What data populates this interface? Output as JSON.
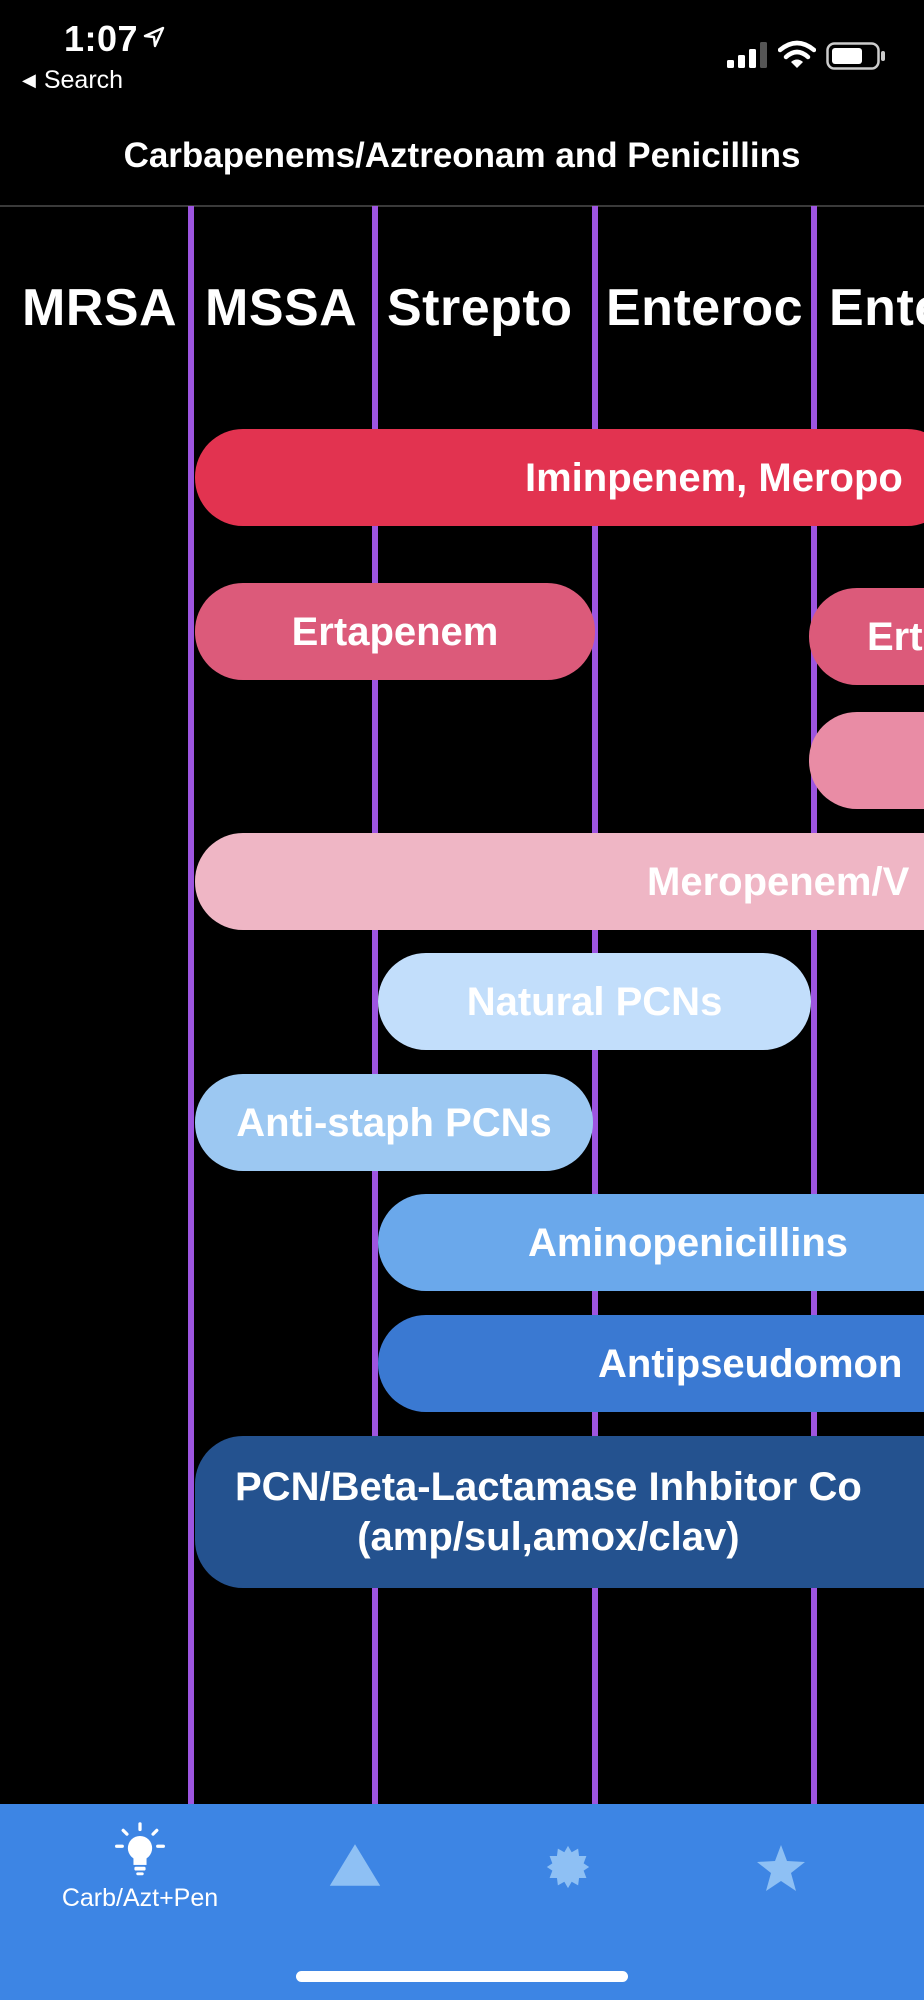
{
  "status_bar": {
    "time": "1:07",
    "back_label": "Search"
  },
  "nav": {
    "title": "Carbapenems/Aztreonam and Penicillins"
  },
  "columns": [
    {
      "label": "MRSA"
    },
    {
      "label": "MSSA"
    },
    {
      "label": "Strepto"
    },
    {
      "label": "Enteroc"
    },
    {
      "label": "Ente"
    }
  ],
  "bars": [
    {
      "label": "Iminpenem, Meropo",
      "color": "#e23350"
    },
    {
      "label": "Ertapenem",
      "color": "#dc5a7a"
    },
    {
      "label": "Ert",
      "color": "#dc5a7a"
    },
    {
      "label": "",
      "color": "#e98ca5"
    },
    {
      "label": "Meropenem/V",
      "color": "#efb6c5"
    },
    {
      "label": "Natural PCNs",
      "color": "#c2defb"
    },
    {
      "label": "Anti-staph PCNs",
      "color": "#9cc8f2"
    },
    {
      "label": "Aminopenicillins",
      "color": "#6aa8eb"
    },
    {
      "label": "Antipseudomon",
      "color": "#3a79d2"
    },
    {
      "label": "PCN/Beta-Lactamase Inhbitor Co\n(amp/sul,amox/clav)",
      "color": "#24528f"
    }
  ],
  "tab_bar": {
    "tabs": [
      {
        "label": "Carb/Azt+Pen",
        "icon": "lightbulb-icon",
        "selected": true
      },
      {
        "label": "",
        "icon": "triangle-icon",
        "selected": false
      },
      {
        "label": "",
        "icon": "badge-icon",
        "selected": false
      },
      {
        "label": "",
        "icon": "star-icon",
        "selected": false
      }
    ],
    "background": "#3d85e4"
  },
  "colors": {
    "grid_line": "#9d55e0",
    "background": "#000000"
  }
}
